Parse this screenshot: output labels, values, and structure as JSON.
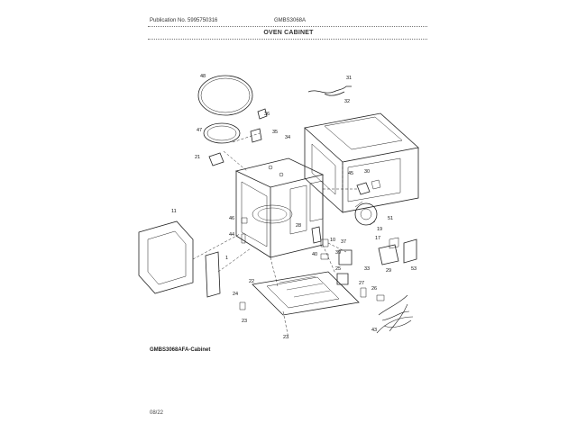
{
  "header": {
    "publication": "Publication No. 5995750316",
    "model": "GMBS3068A",
    "title": "OVEN CABINET"
  },
  "caption": "GMBS3068AFA-Cabinet",
  "footer": "08/22",
  "callouts": {
    "c48": "48",
    "c47": "47",
    "c21": "21",
    "c36": "36",
    "c35": "35",
    "c34": "34",
    "c31": "31",
    "c32": "32",
    "c45": "45",
    "c30": "30",
    "c51": "51",
    "c19": "19",
    "c11": "11",
    "c46": "46",
    "c44": "44",
    "c1": "1",
    "c28": "28",
    "c10": "10",
    "c39": "39",
    "c40": "40",
    "c37": "37",
    "c33": "33",
    "c17": "17",
    "c53": "53",
    "c29": "29",
    "c24": "24",
    "c22": "22",
    "c25": "25",
    "c27": "27",
    "c26": "26",
    "c23a": "23",
    "c23b": "23",
    "c43": "43"
  }
}
